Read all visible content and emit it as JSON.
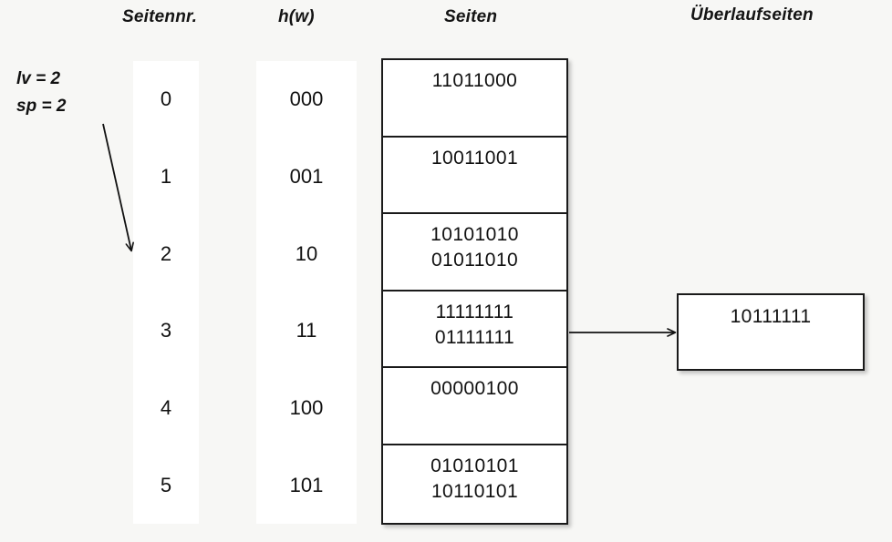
{
  "headers": {
    "seitennr": "Seitennr.",
    "hw": "h(w)",
    "seiten": "Seiten",
    "ueberlaufseiten": "Überlaufseiten"
  },
  "params": {
    "lv": "lv = 2",
    "sp": "sp = 2"
  },
  "rows": [
    {
      "seitennr": "0",
      "hw": "000",
      "entries": [
        "11011000"
      ]
    },
    {
      "seitennr": "1",
      "hw": "001",
      "entries": [
        "10011001"
      ]
    },
    {
      "seitennr": "2",
      "hw": "10",
      "entries": [
        "10101010",
        "01011010"
      ]
    },
    {
      "seitennr": "3",
      "hw": "11",
      "entries": [
        "11111111",
        "01111111"
      ]
    },
    {
      "seitennr": "4",
      "hw": "100",
      "entries": [
        "00000100"
      ]
    },
    {
      "seitennr": "5",
      "hw": "101",
      "entries": [
        "01010101",
        "10110101"
      ]
    }
  ],
  "overflow": {
    "entries": [
      "10111111"
    ],
    "from_row_index": 3
  },
  "colors": {
    "background": "#f7f7f5",
    "panel": "#ffffff",
    "stroke": "#1a1a1a",
    "text": "#111111"
  }
}
